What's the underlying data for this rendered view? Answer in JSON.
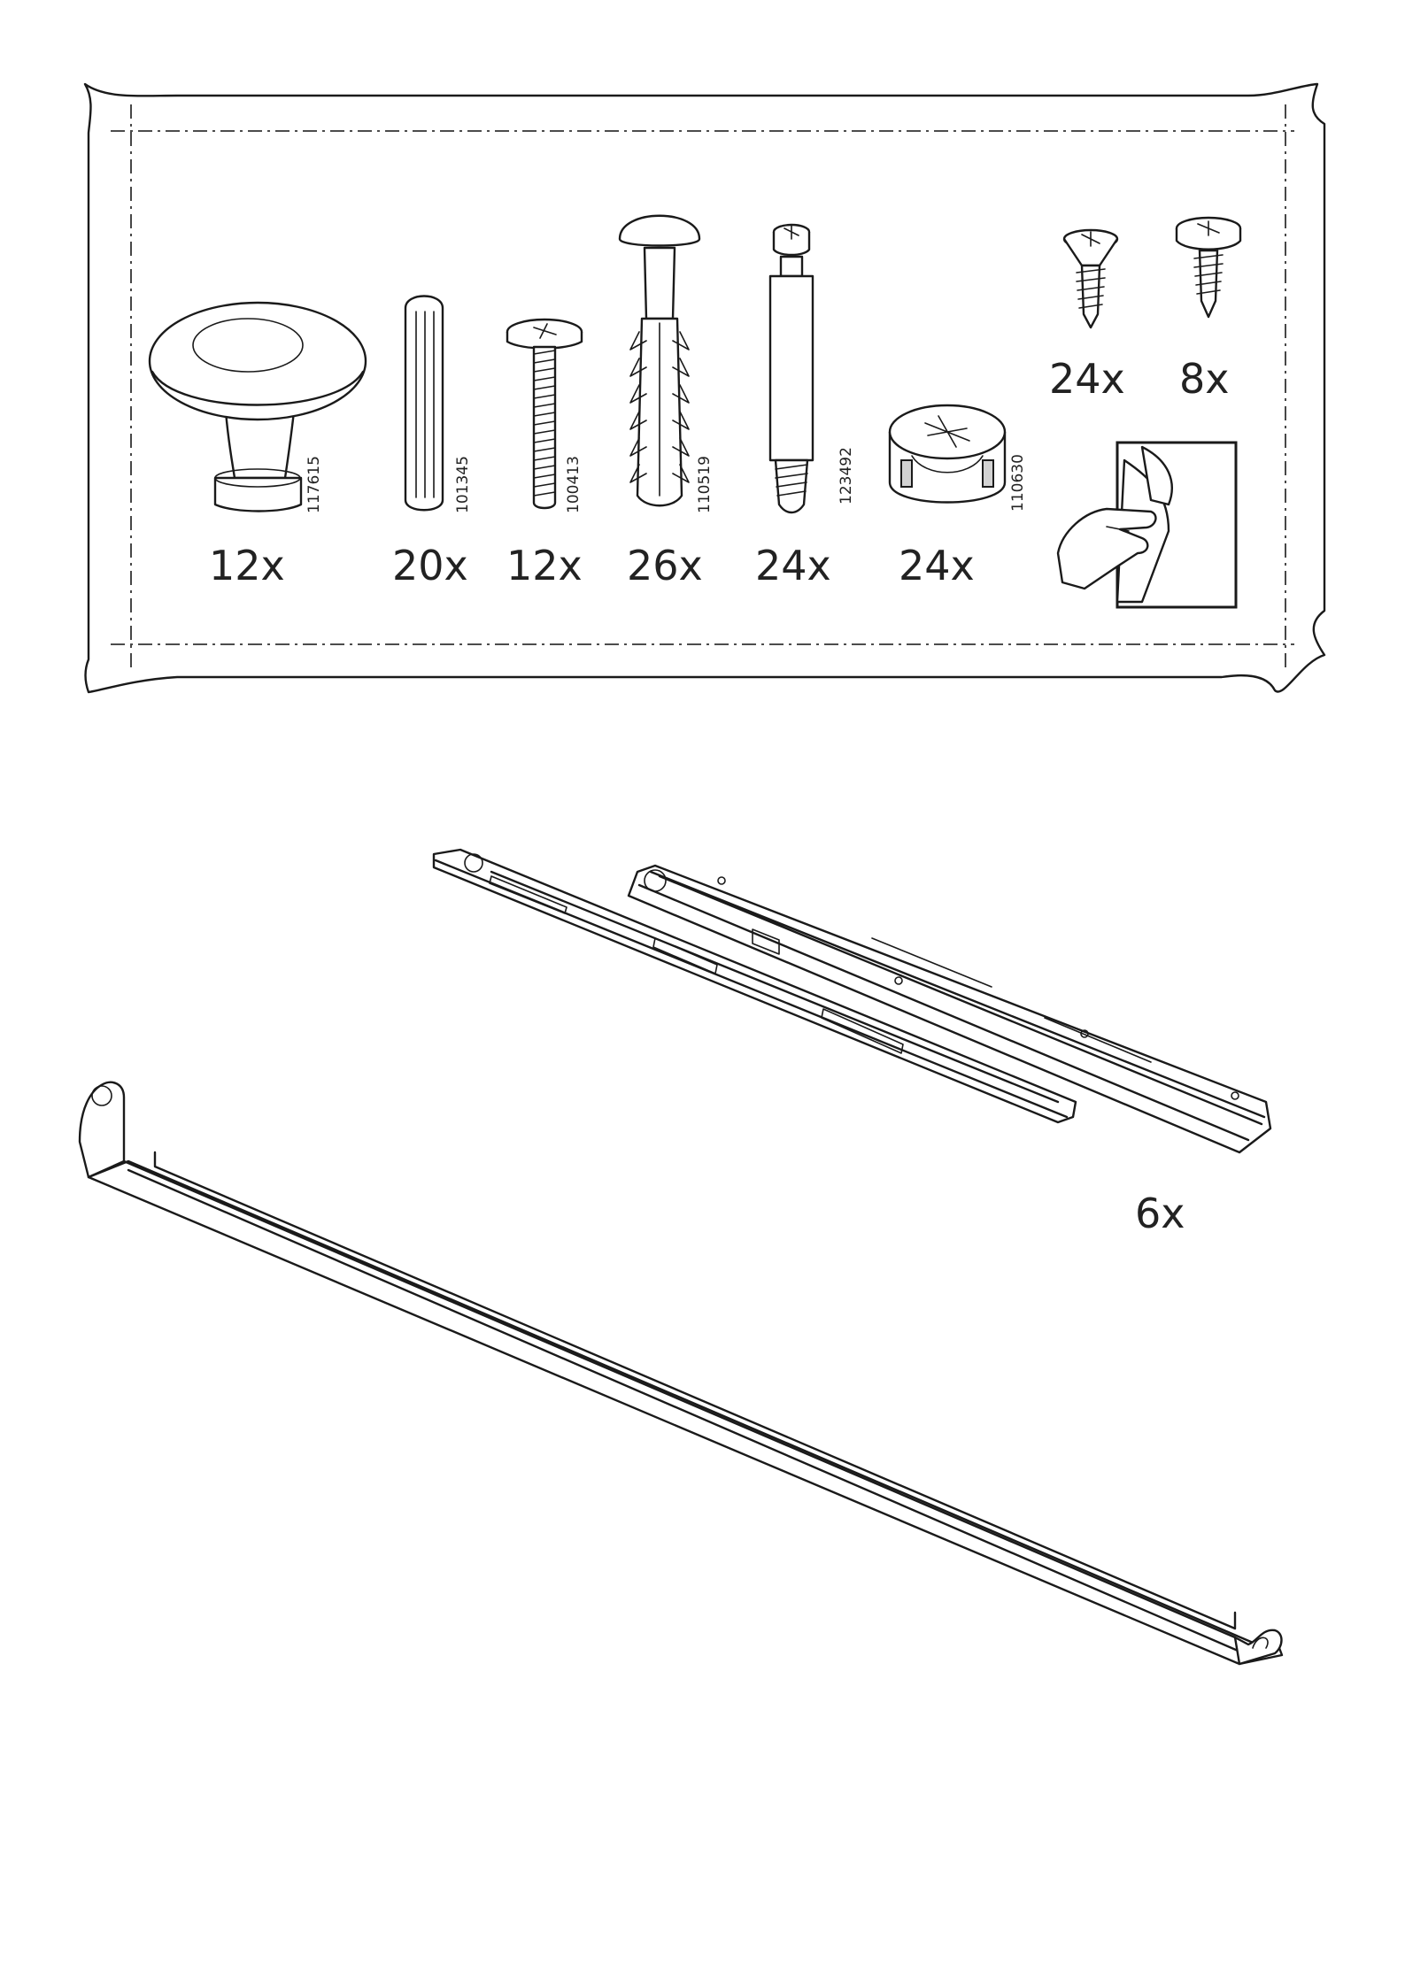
{
  "hardware_bag": {
    "parts": [
      {
        "name": "knob",
        "quantity": "12x",
        "article_number": "117615"
      },
      {
        "name": "wooden-dowel",
        "quantity": "20x",
        "article_number": "101345"
      },
      {
        "name": "machine-screw",
        "quantity": "12x",
        "article_number": "100413"
      },
      {
        "name": "plastic-plug",
        "quantity": "26x",
        "article_number": "110519"
      },
      {
        "name": "cam-bolt",
        "quantity": "24x",
        "article_number": "123492"
      },
      {
        "name": "cam-lock",
        "quantity": "24x",
        "article_number": "110630"
      },
      {
        "name": "flat-head-screw",
        "quantity": "24x"
      },
      {
        "name": "pan-head-screw",
        "quantity": "8x"
      }
    ],
    "sticker_icon": "peel-sticker-icon"
  },
  "rails": {
    "drawer_runner_quantity": "6x"
  }
}
